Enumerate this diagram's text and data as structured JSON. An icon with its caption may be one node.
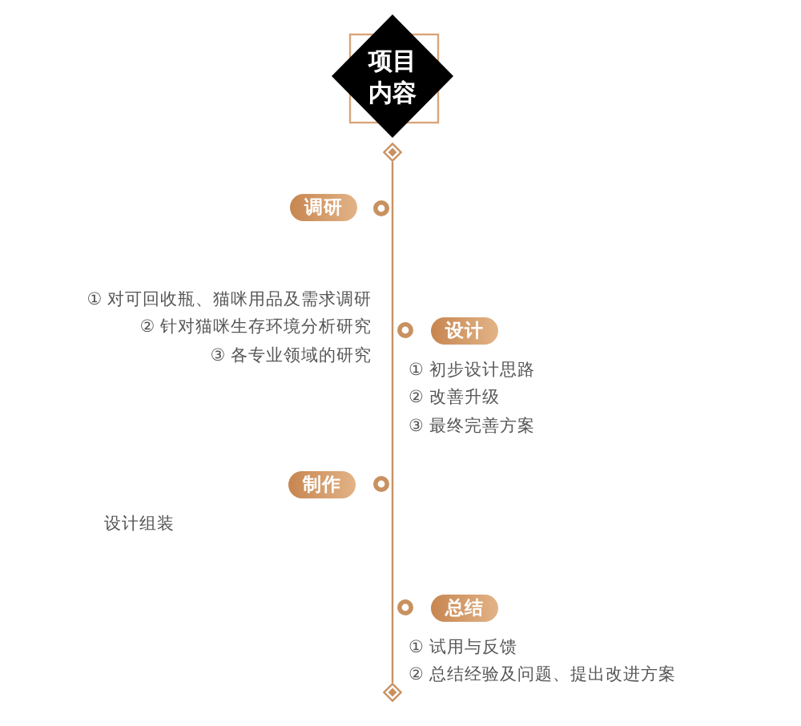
{
  "diagram": {
    "nodes": [
      {
        "text": [
          "项目内容"
        ]
      },
      {
        "text": [],
        "shape": "diamond"
      },
      {
        "text": [
          "调研"
        ],
        "beside": [
          "① 对可回收瓶、猫咪用品及需求调研",
          "② 针对猫咪生存环境分析研究",
          "③ 各专业领域的研究"
        ]
      },
      {
        "text": [
          "设计"
        ],
        "beside": [
          "① 初步设计思路",
          "② 改善升级",
          "③ 最终完善方案"
        ]
      },
      {
        "text": [
          "制作"
        ]
      },
      {
        "text": [
          "总结"
        ],
        "beside": [
          "① 试用与反馈",
          "② 总结经验及问题、提出改进方案"
        ]
      },
      {
        "text": [],
        "shape": "diamond"
      }
    ],
    "edges": [
      {
        "from": 1,
        "to": 6,
        "arrow": "none"
      }
    ],
    "labels": [
      "设计组装"
    ]
  }
}
